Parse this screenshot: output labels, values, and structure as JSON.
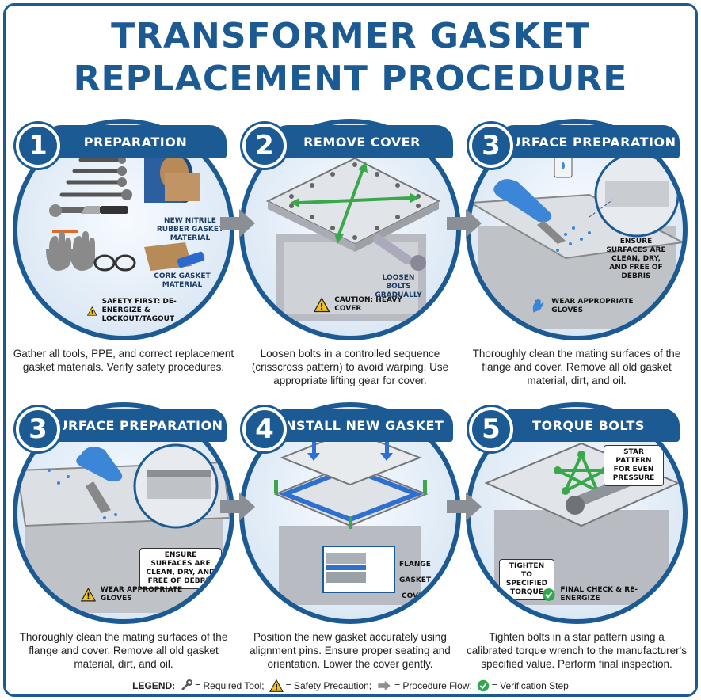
{
  "title": {
    "line1": "TRANSFORMER GASKET",
    "line2": "REPLACEMENT PROCEDURE"
  },
  "steps": [
    {
      "number": "1",
      "heading": "PREPARATION",
      "labels": [
        "NEW NITRILE RUBBER GASKET MATERIAL",
        "CORK GASKET MATERIAL"
      ],
      "safety": "SAFETY FIRST: DE-ENERGIZE & LOCKOUT/TAGOUT",
      "description": "Gather all tools, PPE, and correct replacement gasket materials. Verify safety procedures."
    },
    {
      "number": "2",
      "heading": "REMOVE COVER",
      "labels": [
        "LOOSEN BOLTS GRADUALLY"
      ],
      "safety": "CAUTION: HEAVY COVER",
      "description": "Loosen bolts in a controlled sequence (crisscross pattern) to avoid warping. Use appropriate lifting gear for cover."
    },
    {
      "number": "3",
      "heading": "SURFACE PREPARATION",
      "labels": [
        "ENSURE SURFACES ARE CLEAN, DRY, AND FREE OF DEBRIS"
      ],
      "safety": "WEAR APPROPRIATE GLOVES",
      "description": "Thoroughly clean the mating surfaces of the flange and cover. Remove all old gasket material, dirt, and oil."
    },
    {
      "number": "3",
      "heading": "SURFACE PREPARATION",
      "labels": [
        "ENSURE SURFACES ARE CLEAN, DRY, AND FREE OF DEBRIS"
      ],
      "safety": "WEAR APPROPRIATE GLOVES",
      "description": "Thoroughly clean the mating surfaces of the flange and cover. Remove all old gasket material, dirt, and oil."
    },
    {
      "number": "4",
      "heading": "INSTALL NEW GASKET",
      "labels": [
        "FLANGE",
        "GASKET",
        "COVER"
      ],
      "safety": "",
      "description": "Position the new gasket accurately using alignment pins. Ensure proper seating and orientation. Lower the cover gently."
    },
    {
      "number": "5",
      "heading": "TORQUE BOLTS",
      "labels": [
        "STAR PATTERN FOR EVEN PRESSURE",
        "TIGHTEN TO SPECIFIED TORQUE",
        "FINAL CHECK & RE-ENERGIZE"
      ],
      "safety": "",
      "description": "Tighten bolts in a star pattern using a calibrated torque wrench to the manufacturer's specified value. Perform final inspection."
    }
  ],
  "legend": {
    "title": "LEGEND:",
    "tool": "= Required Tool;",
    "safety": "= Safety Precaution;",
    "flow": "= Procedure Flow;",
    "verify": "= Verification Step"
  },
  "colors": {
    "primary": "#1c5a94",
    "arrow": "#8a8f96",
    "warning": "#f4c21c",
    "check": "#2fa84f",
    "gasket": "#2f6fd0",
    "green_arrow": "#3aa84a"
  },
  "icons": [
    "wrench-icon",
    "warning-icon",
    "flow-arrow-icon",
    "check-icon",
    "glove-icon"
  ]
}
